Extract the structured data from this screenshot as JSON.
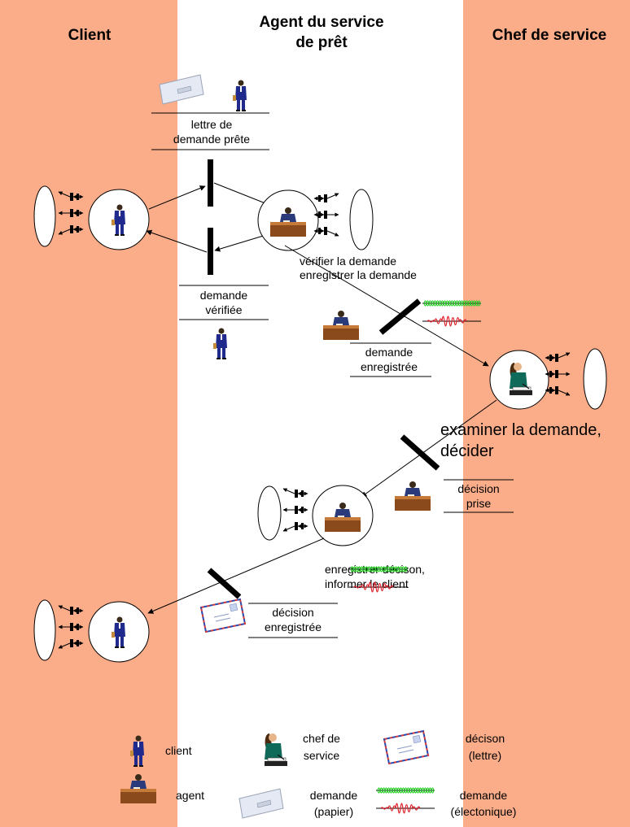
{
  "colors": {
    "lane": "#FBAD89",
    "paper": "#dde3ee",
    "desk": "#8a4a1c",
    "suit": "#1f2a8c",
    "wave_green": "#2bd02b",
    "wave_red": "#e0202a"
  },
  "lanes": {
    "client": "Client",
    "agent_line1": "Agent du service",
    "agent_line2": "de prêt",
    "chef": "Chef de service"
  },
  "documents": {
    "lettre_line1": "lettre de",
    "lettre_line2": "demande prête",
    "verifiee_line1": "demande",
    "verifiee_line2": "vérifiée",
    "enregistree_line1": "demande",
    "enregistree_line2": "enregistrée",
    "decision_prise_line1": "décision",
    "decision_prise_line2": "prise",
    "decision_enreg_line1": "décision",
    "decision_enreg_line2": "enregistrée"
  },
  "activities": {
    "verifier": "vérifier la demande",
    "enregistrer": "enregistrer la demande",
    "examiner_line1": "examiner la demande,",
    "examiner_line2": "décider",
    "enreg_decision_line1": "enregistrer décison,",
    "enreg_decision_line2": "informer le client"
  },
  "legend": {
    "client": "client",
    "agent": "agent",
    "chef_line1": "chef de",
    "chef_line2": "service",
    "demande_papier_line1": "demande",
    "demande_papier_line2": "(papier)",
    "decision_lettre_line1": "décison",
    "decision_lettre_line2": "(lettre)",
    "demande_elec_line1": "demande",
    "demande_elec_line2": "(électonique)"
  },
  "icons": [
    "person-icon",
    "desk-agent-icon",
    "chef-icon",
    "paper-envelope-icon",
    "airmail-letter-icon",
    "electronic-wave-icon",
    "port-icon"
  ]
}
